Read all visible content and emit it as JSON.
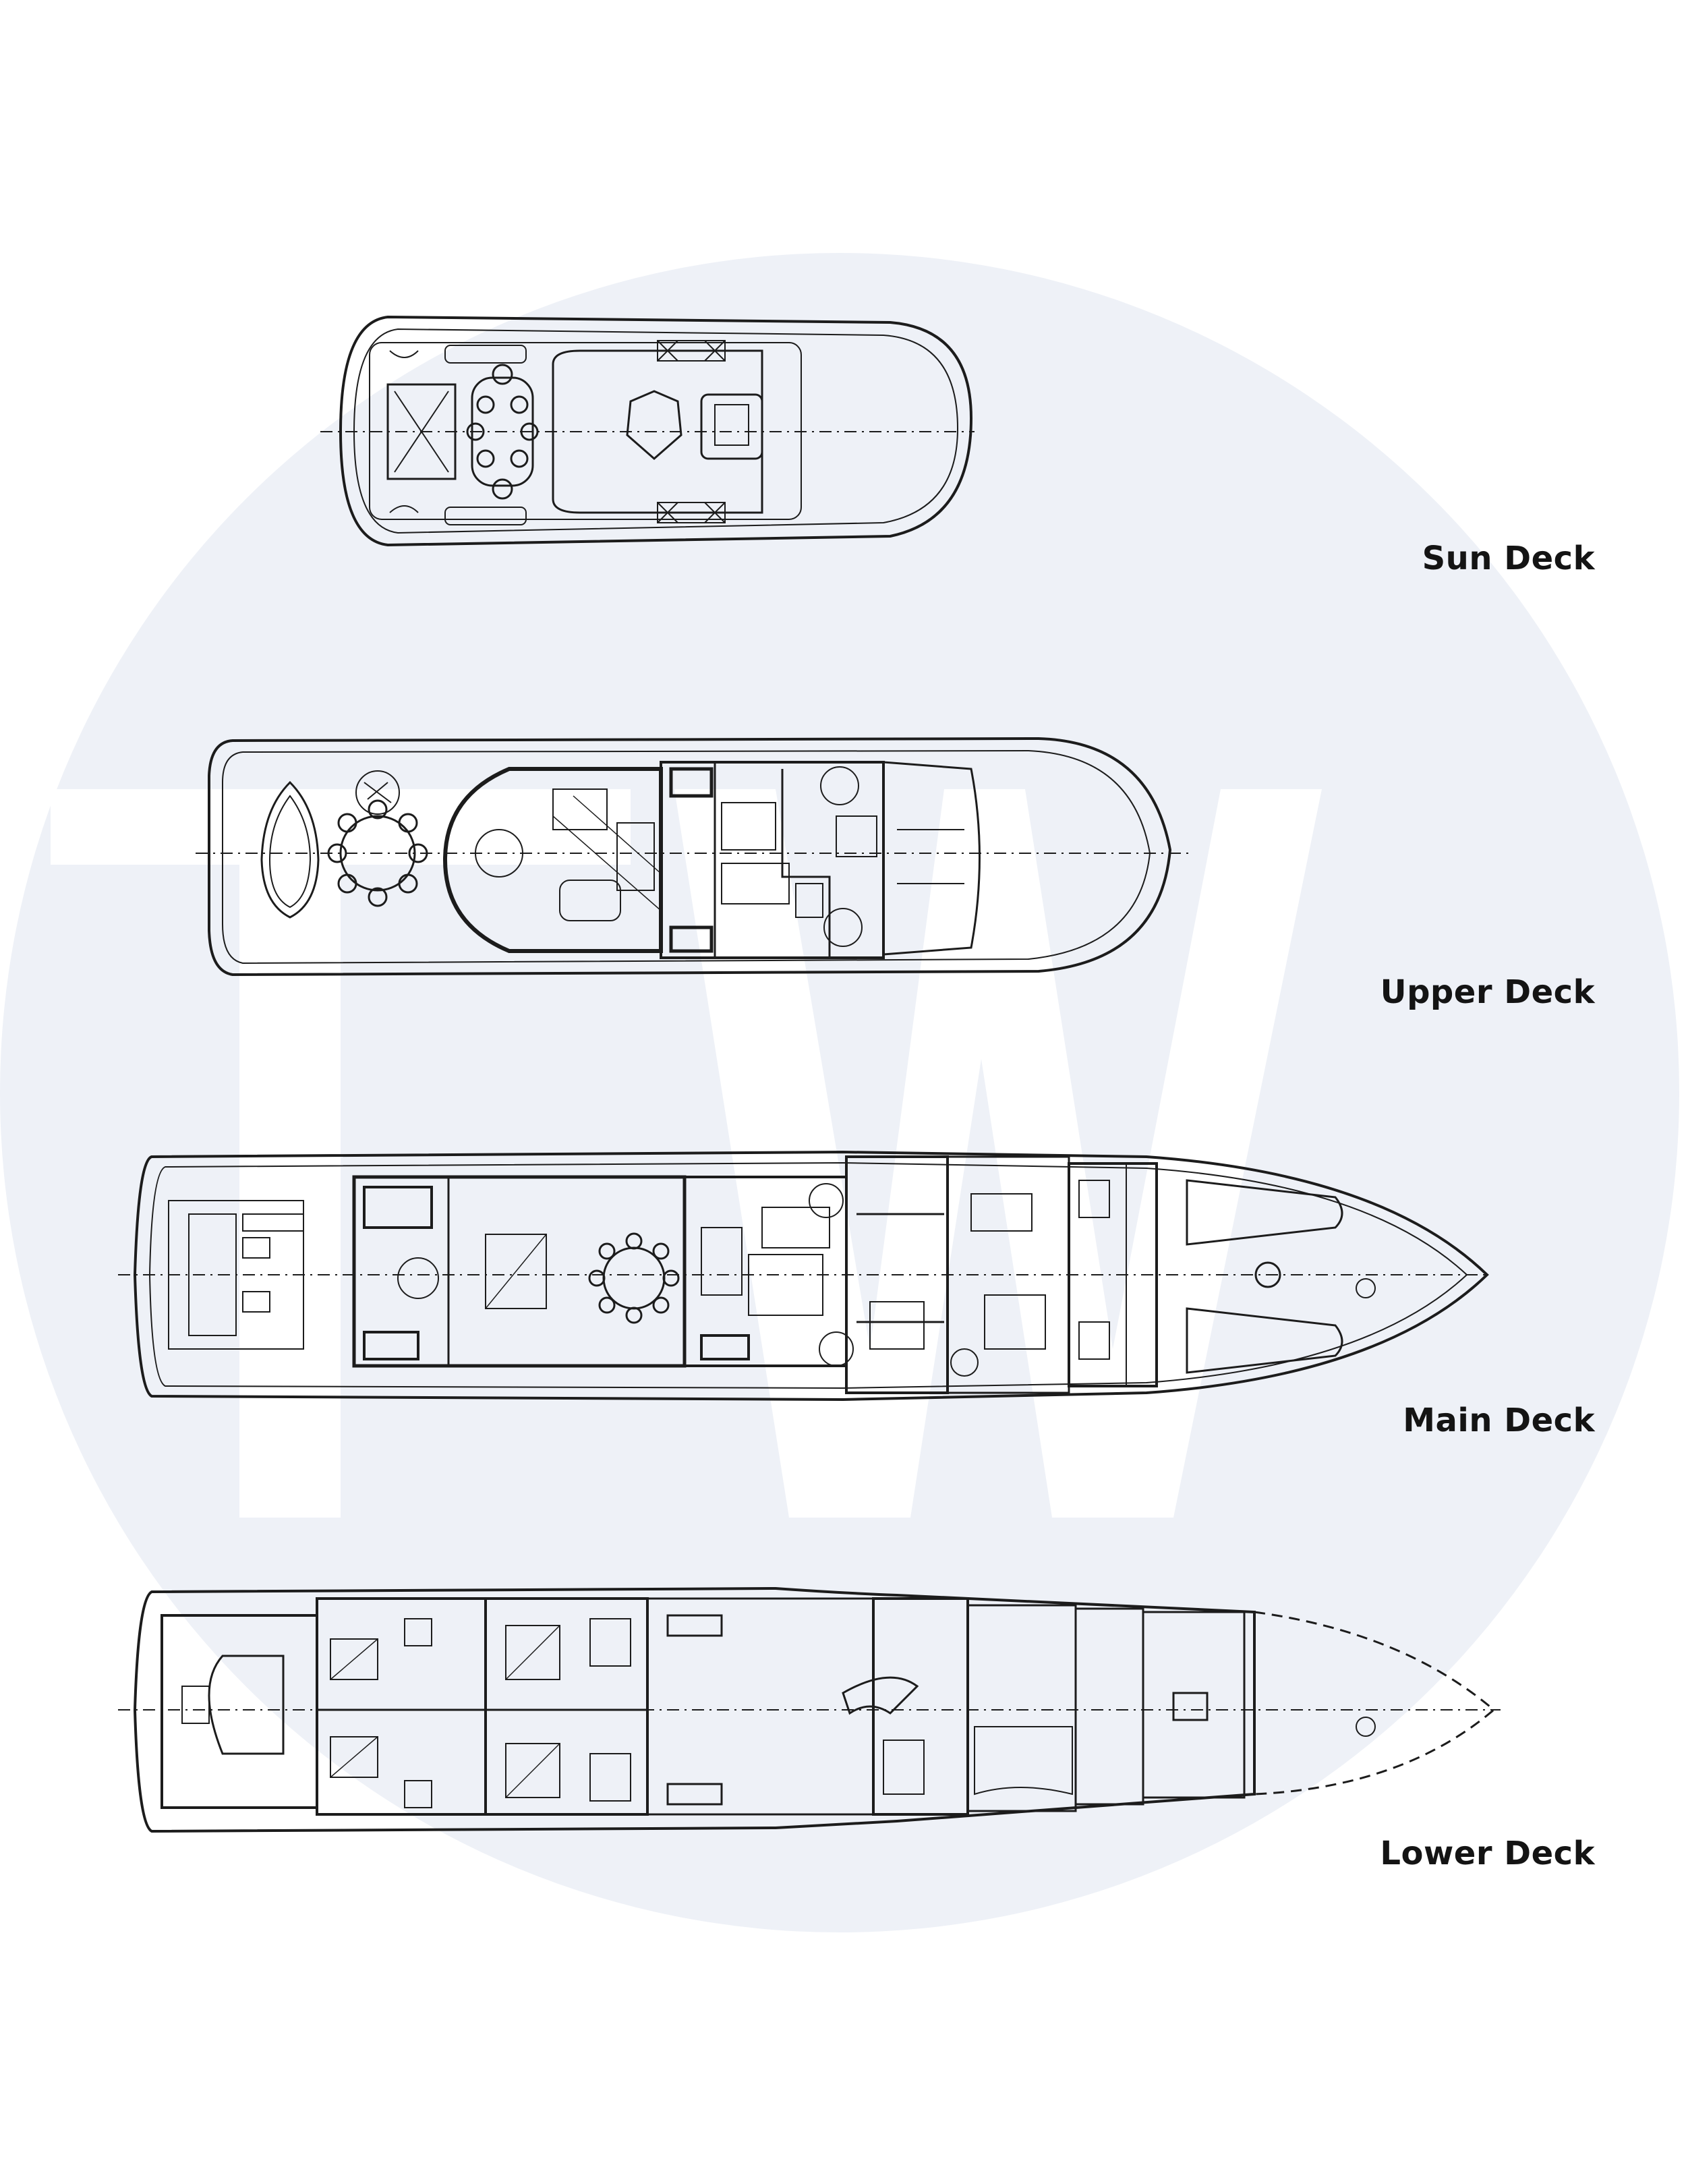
{
  "watermark": {
    "text": "TW",
    "circle_color": "#eef1f7",
    "letter_color": "#ffffff"
  },
  "decks": [
    {
      "label": "Sun Deck"
    },
    {
      "label": "Upper Deck"
    },
    {
      "label": "Main Deck"
    },
    {
      "label": "Lower Deck"
    }
  ],
  "line_color": "#1c1c1c"
}
